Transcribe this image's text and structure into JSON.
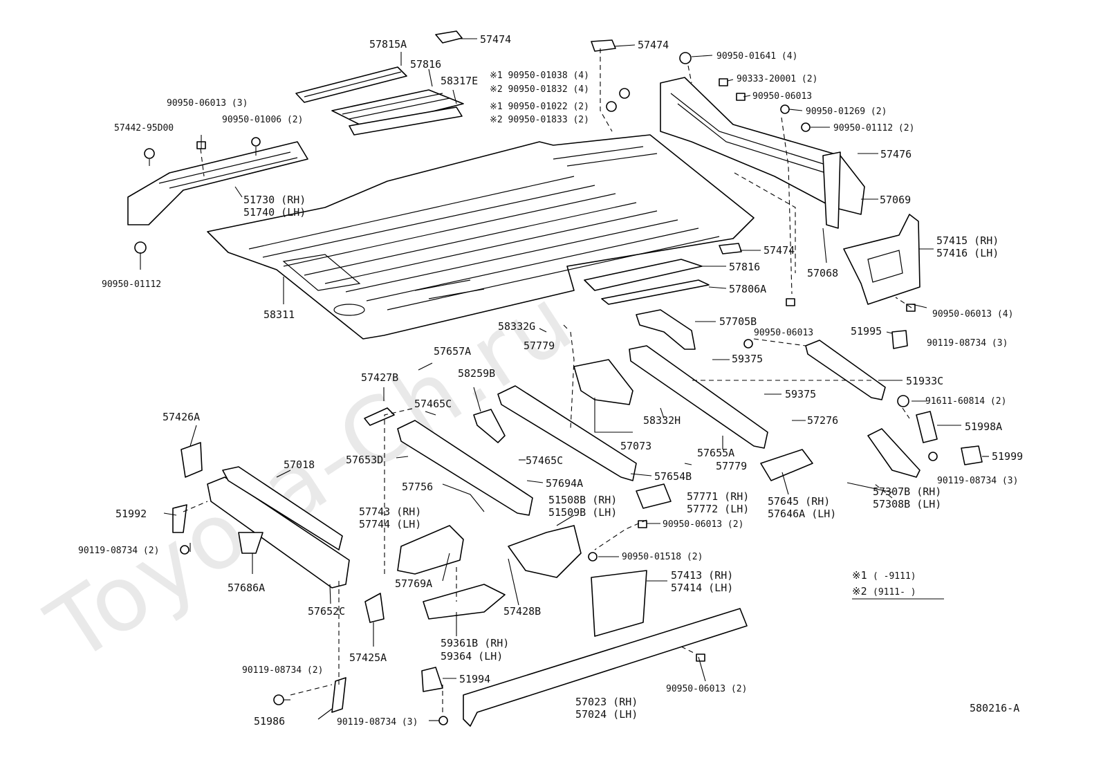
{
  "watermark": "Toyota-Ch.ru",
  "diagram_code": "580216-A",
  "legend": {
    "mark1": "※1",
    "mark1_range": "(        -9111)",
    "mark2": "※2",
    "mark2_range": "(9111-        )"
  },
  "labels": {
    "l57815A": "57815A",
    "l57474a": "57474",
    "l57474b": "57474",
    "l57474c": "57474",
    "l57816a": "57816",
    "l57816b": "57816",
    "l58317E": "58317E",
    "lx1_01038": "※1 90950-01038 (4)",
    "lx2_01832": "※2 90950-01832 (4)",
    "lx1_01022": "※1 90950-01022 (2)",
    "lx2_01833": "※2 90950-01833 (2)",
    "l01641": "90950-01641 (4)",
    "l20001": "90333-20001 (2)",
    "l06013a": "90950-06013",
    "l01269": "90950-01269 (2)",
    "l01112a": "90950-01112 (2)",
    "l57476": "57476",
    "l57069": "57069",
    "l57068": "57068",
    "l57415": "57415 (RH)",
    "l57416": "57416 (LH)",
    "l06013_3": "90950-06013 (3)",
    "l01006": "90950-01006 (2)",
    "l57442": "57442-95D00",
    "l51730": "51730 (RH)",
    "l51740": "51740 (LH)",
    "l01112b": "90950-01112",
    "l58311": "58311",
    "l57806A": "57806A",
    "l57705B": "57705B",
    "l58332G": "58332G",
    "l06013b": "90950-06013",
    "l06013_4": "90950-06013 (4)",
    "l51995": "51995",
    "l08734_3a": "90119-08734 (3)",
    "l57657A": "57657A",
    "l57779a": "57779",
    "l59375a": "59375",
    "l51933C": "51933C",
    "l57427B": "57427B",
    "l58259B": "58259B",
    "l59375b": "59375",
    "l91611": "91611-60814 (2)",
    "l57465Ca": "57465C",
    "l57276": "57276",
    "l51998A": "51998A",
    "l57426A": "57426A",
    "l58332H": "58332H",
    "l57073": "57073",
    "l57655A": "57655A",
    "l51999": "51999",
    "l57018": "57018",
    "l57653D": "57653D",
    "l57465Cb": "57465C",
    "l57779b": "57779",
    "l57654B": "57654B",
    "l57694A": "57694A",
    "l08734_3b": "90119-08734 (3)",
    "l57756": "57756",
    "l51508B": "51508B (RH)",
    "l51509B": "51509B (LH)",
    "l57771": "57771 (RH)",
    "l57772": "57772 (LH)",
    "l57645": "57645   (RH)",
    "l57646A": "57646A (LH)",
    "l57307B": "57307B (RH)",
    "l57308B": "57308B (LH)",
    "l57743": "57743 (RH)",
    "l57744": "57744 (LH)",
    "l51992": "51992",
    "l06013_2a": "90950-06013 (2)",
    "l08734_2a": "90119-08734 (2)",
    "l01518": "90950-01518 (2)",
    "l57686A": "57686A",
    "l57769A": "57769A",
    "l57413": "57413 (RH)",
    "l57414": "57414 (LH)",
    "l57652C": "57652C",
    "l57428B": "57428B",
    "l57425A": "57425A",
    "l59361B": "59361B (RH)",
    "l59364": "59364   (LH)",
    "l08734_2b": "90119-08734 (2)",
    "l51994": "51994",
    "l06013_2b": "90950-06013 (2)",
    "l57023": "57023 (RH)",
    "l57024": "57024 (LH)",
    "l51986": "51986",
    "l08734_3c": "90119-08734 (3)"
  }
}
